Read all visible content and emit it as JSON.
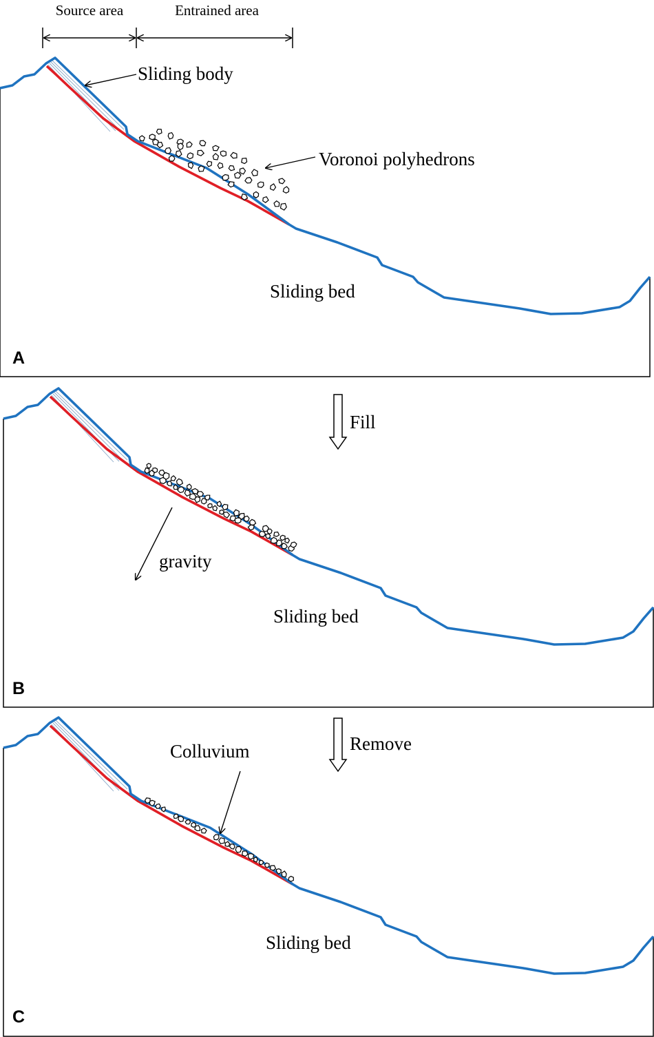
{
  "colors": {
    "ground_line": "#1f73c0",
    "slip_surface": "#e01f26",
    "layer_lines": "#8aa9c8",
    "text": "#000000"
  },
  "dimension_labels": {
    "source_area": "Source area",
    "entrained_area": "Entrained area"
  },
  "panels": [
    {
      "letter": "A",
      "sliding_bed_label": "Sliding bed",
      "sliding_body_label": "Sliding body",
      "voronoi_label": "Voronoi polyhedrons"
    },
    {
      "letter": "B",
      "sliding_bed_label": "Sliding bed",
      "gravity_label": "gravity"
    },
    {
      "letter": "C",
      "sliding_bed_label": "Sliding bed",
      "colluvium_label": "Colluvium"
    }
  ],
  "steps": [
    {
      "label": "Fill"
    },
    {
      "label": "Remove"
    }
  ],
  "icons": {
    "step_arrow": "hollow-down-arrow-icon",
    "pointer": "thin-arrow-icon",
    "particle": "polyhedron-particle-icon"
  }
}
